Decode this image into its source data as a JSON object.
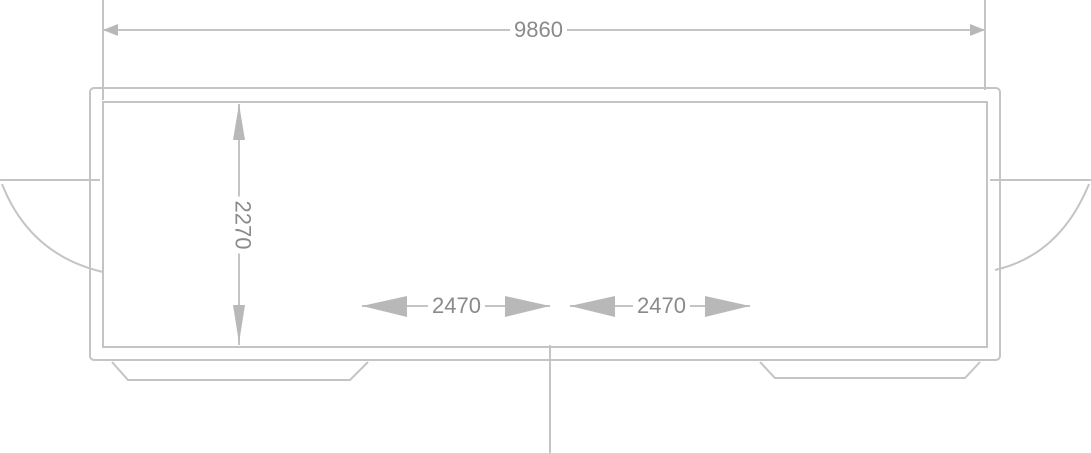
{
  "drawing": {
    "overall_width": "9860",
    "height": "2270",
    "segments": [
      "2470",
      "2470"
    ],
    "colors": {
      "line": "#f6f6f6",
      "text": "#f1f1f1"
    }
  }
}
